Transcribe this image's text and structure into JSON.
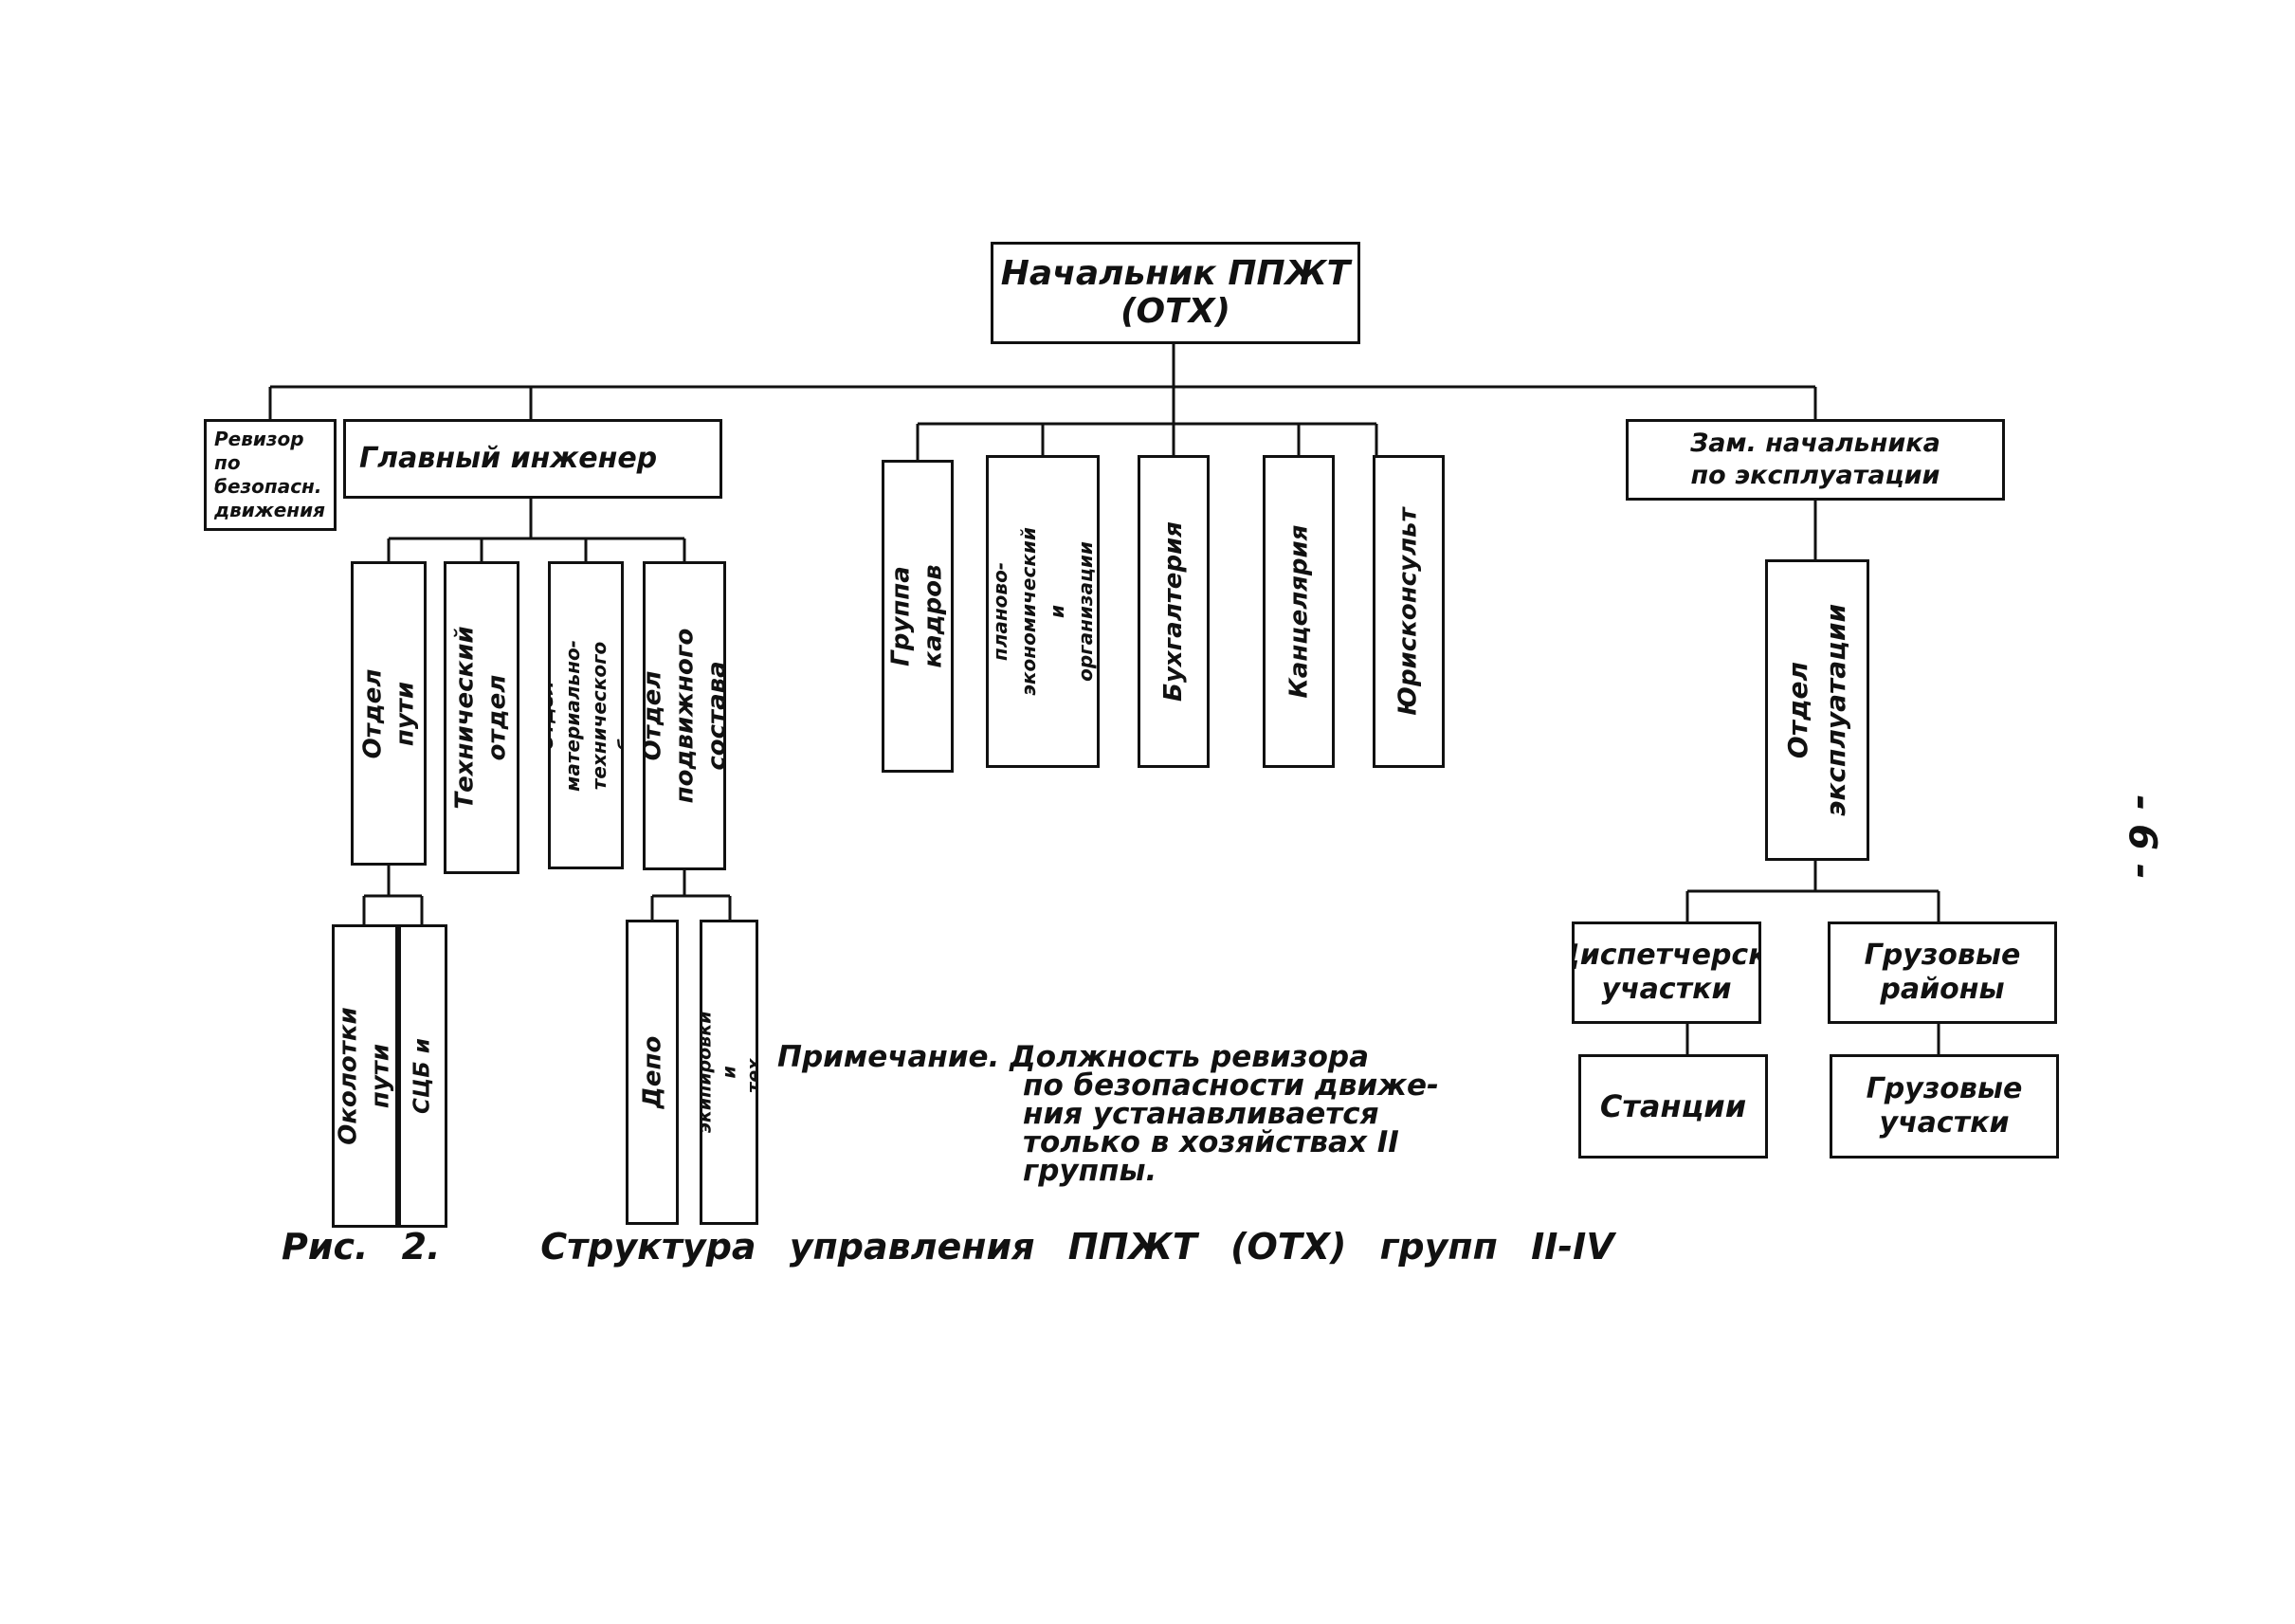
{
  "root": "Начальник ППЖТ\n(ОТХ)",
  "revizor": "Ревизор\nпо\nбезопасн.\nдвижения",
  "chief_engineer": "Главный инженер",
  "deputy": "Зам. начальника\nпо эксплуатации",
  "engineer_units": [
    "Отдел пути",
    "Технический отдел",
    "Отдел материально-\nтехнического обеспеч.",
    "Отдел подвижного\nсостава"
  ],
  "central_units": [
    "Группа кадров",
    "Отдел планово-\nэкономический и\nорганизации труда",
    "Бухгалтерия",
    "Канцелярия",
    "Юрисконсульт"
  ],
  "track_units": [
    "Околотки пути",
    "Участок СЦБ и связи"
  ],
  "rolling_units": [
    "Депо",
    "Пункты экипировки и\nтех. осмотра"
  ],
  "ops_department": "Отдел\nэксплуатации",
  "ops_units": [
    "Диспетчерск.\nучастки",
    "Грузовые\nрайоны",
    "Станции",
    "Грузовые\nучастки"
  ],
  "note": "Примечание. Должность ревизора\n                        по безопасности движе-\n                        ния устанавливается\n                        только в хозяйствах II\n                        группы.",
  "caption": "Рис. 2.   Структура управления ППЖТ (ОТХ) групп II-IV",
  "page_number": "- 6 -"
}
